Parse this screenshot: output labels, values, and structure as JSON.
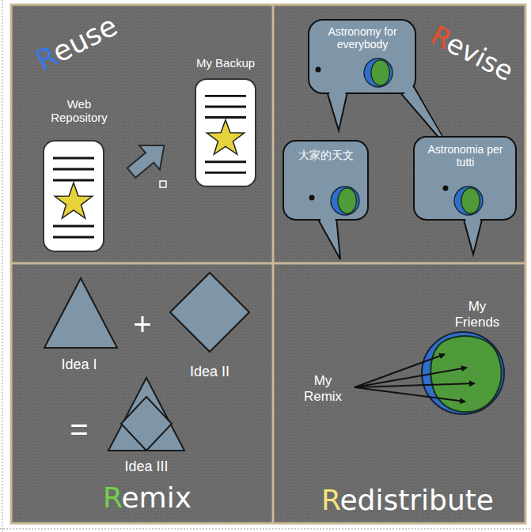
{
  "diagram": {
    "nodes": [
      {
        "text": [
          "Astronomy for everybody"
        ]
      },
      {
        "text": [
          "大家的天文"
        ]
      },
      {
        "text": [
          "Astronomia per tutti"
        ]
      }
    ],
    "labels": [
      "Reuse",
      "Web Repository",
      "My Backup",
      "Revise",
      "Idea I",
      "+",
      "Idea II",
      "=",
      "Idea III",
      "Remix",
      "My Friends",
      "My Remix",
      "Redistribute"
    ]
  }
}
